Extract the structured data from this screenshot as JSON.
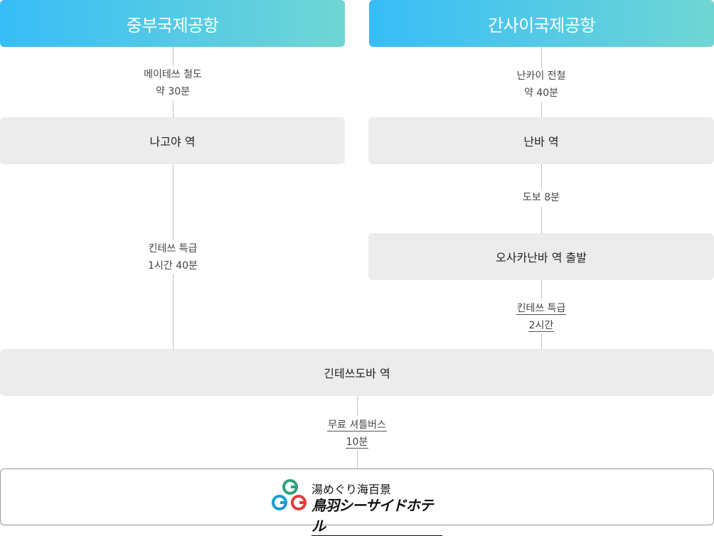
{
  "left": {
    "airport": "중부국제공항",
    "seg1": [
      "메이테쓰 철도",
      "약 30분"
    ],
    "station": "나고야 역",
    "seg2": [
      "킨테쓰 특급",
      "1시간 40분"
    ]
  },
  "right": {
    "airport": "간사이국제공항",
    "seg1": [
      "난카이 전철",
      "약 40분"
    ],
    "station1": "난바 역",
    "seg2": [
      "도보 8분"
    ],
    "station2": "오사카난바 역 출발",
    "seg3": [
      "킨테쓰 특급",
      "2시간"
    ]
  },
  "merge": {
    "station": "긴테쓰도바 역",
    "seg": [
      "무료 셔틀버스",
      "10분"
    ]
  },
  "hotel": {
    "tagline": "湯めぐり海百景",
    "name": "鳥羽シーサイドホテル"
  },
  "colors": {
    "gradient_start": "#38bdf8",
    "gradient_end": "#6fd6d3",
    "station_bg": "#ececec",
    "logo_green": "#2aa37a",
    "logo_blue": "#1a9ad6",
    "logo_red": "#e23b3b"
  }
}
